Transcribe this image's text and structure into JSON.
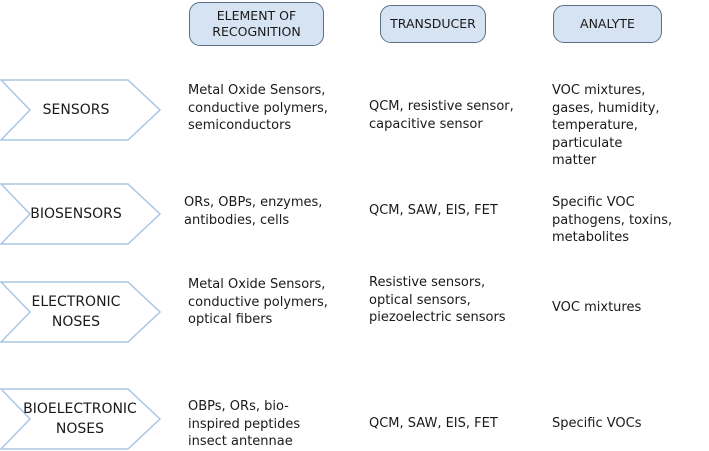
{
  "headers": {
    "element": "ELEMENT OF\nRECOGNITION",
    "transducer": "TRANSDUCER",
    "analyte": "ANALYTE"
  },
  "colors": {
    "header_fill": "#d6e3f3",
    "header_border": "#5b6f88",
    "chevron_fill": "#ffffff",
    "chevron_border": "#a9c6e4"
  },
  "rows": [
    {
      "label": "SENSORS",
      "element": "Metal Oxide Sensors,\nconductive polymers,\nsemiconductors",
      "transducer": "QCM, resistive sensor,\ncapacitive sensor",
      "analyte": "VOC mixtures,\ngases, humidity,\ntemperature, particulate\nmatter"
    },
    {
      "label": "BIOSENSORS",
      "element": "ORs, OBPs, enzymes,\nantibodies, cells",
      "transducer": "QCM, SAW, EIS, FET",
      "analyte": "Specific VOC\npathogens, toxins,\nmetabolites"
    },
    {
      "label": "ELECTRONIC\nNOSES",
      "element": "Metal Oxide Sensors,\nconductive polymers,\noptical fibers",
      "transducer": "Resistive sensors,\noptical sensors,\npiezoelectric sensors",
      "analyte": "VOC mixtures"
    },
    {
      "label": "BIOELECTRONIC\nNOSES",
      "element": "OBPs, ORs,  bio-\ninspired peptides\ninsect antennae",
      "transducer": "QCM, SAW, EIS, FET",
      "analyte": "Specific VOCs"
    }
  ]
}
